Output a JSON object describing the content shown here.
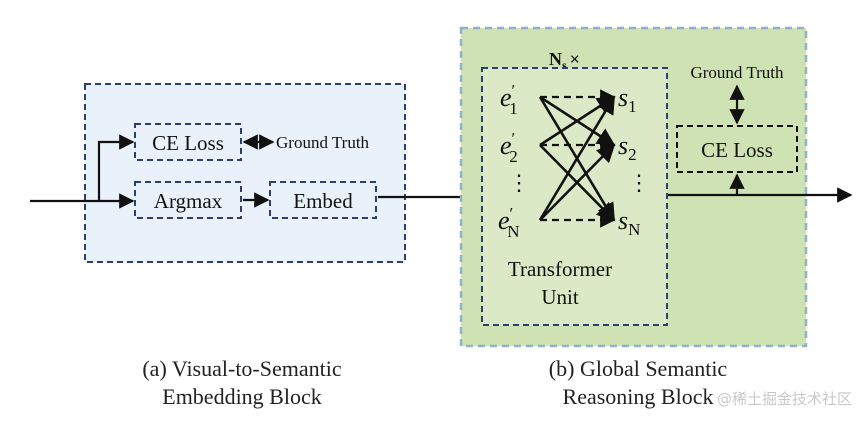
{
  "block_a": {
    "ce_loss": "CE Loss",
    "ground_truth": "Ground Truth",
    "argmax": "Argmax",
    "embed": "Embed",
    "caption_line1": "(a) Visual-to-Semantic",
    "caption_line2": "Embedding Block"
  },
  "block_b": {
    "repeat_label": "N",
    "repeat_sub": "s",
    "repeat_times": "×",
    "inputs": [
      {
        "base": "e",
        "prime": "′",
        "sub": "1"
      },
      {
        "base": "e",
        "prime": "′",
        "sub": "2"
      },
      {
        "base": "e",
        "prime": "′",
        "sub": "N"
      }
    ],
    "outputs": [
      {
        "base": "s",
        "sub": "1"
      },
      {
        "base": "s",
        "sub": "2"
      },
      {
        "base": "s",
        "sub": "N"
      }
    ],
    "ellipsis": "⋮",
    "transformer_line1": "Transformer",
    "transformer_line2": "Unit",
    "ground_truth": "Ground Truth",
    "ce_loss": "CE Loss",
    "caption_line1": "(b) Global Semantic",
    "caption_line2": "Reasoning Block"
  },
  "watermark": "@稀土掘金技术社区",
  "colors": {
    "block_a_fill": "#e9f1fb",
    "block_a_border": "#2c3e74",
    "block_b_fill": "#cfe2b3",
    "block_b_border": "#8fb1cf",
    "inner_fill": "#dbe9c6",
    "inner_border": "#2c3e74"
  }
}
